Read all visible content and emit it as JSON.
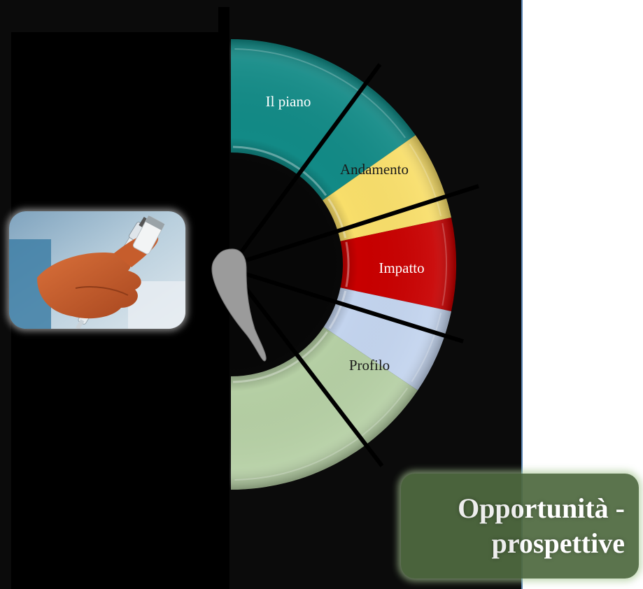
{
  "wheel": {
    "segments": [
      {
        "id": "piano",
        "label": "Il piano",
        "color": "#128a86",
        "text_color": "#ffffff"
      },
      {
        "id": "andamento",
        "label": "Andamento",
        "color": "#f8de6a",
        "text_color": "#1a1a1a"
      },
      {
        "id": "impatto",
        "label": "Impatto",
        "color": "#c80000",
        "text_color": "#ffffff"
      },
      {
        "id": "profilo",
        "label": "Profilo",
        "color": "#c3d4ee",
        "text_color": "#1a1a1a"
      },
      {
        "id": "opportunita",
        "label": "",
        "color": "#b5cfa4",
        "text_color": "#1a1a1a"
      }
    ]
  },
  "photo": {
    "icon": "vaccine-syringe-photo"
  },
  "pointer": {
    "color": "#9b9b9b"
  },
  "callout": {
    "line1": "Opportunità -",
    "line2": "prospettive",
    "color": "#4f6a40"
  },
  "colors": {
    "background": "#0b0b0b",
    "black_panel": "#000000",
    "divider": "#000000"
  }
}
